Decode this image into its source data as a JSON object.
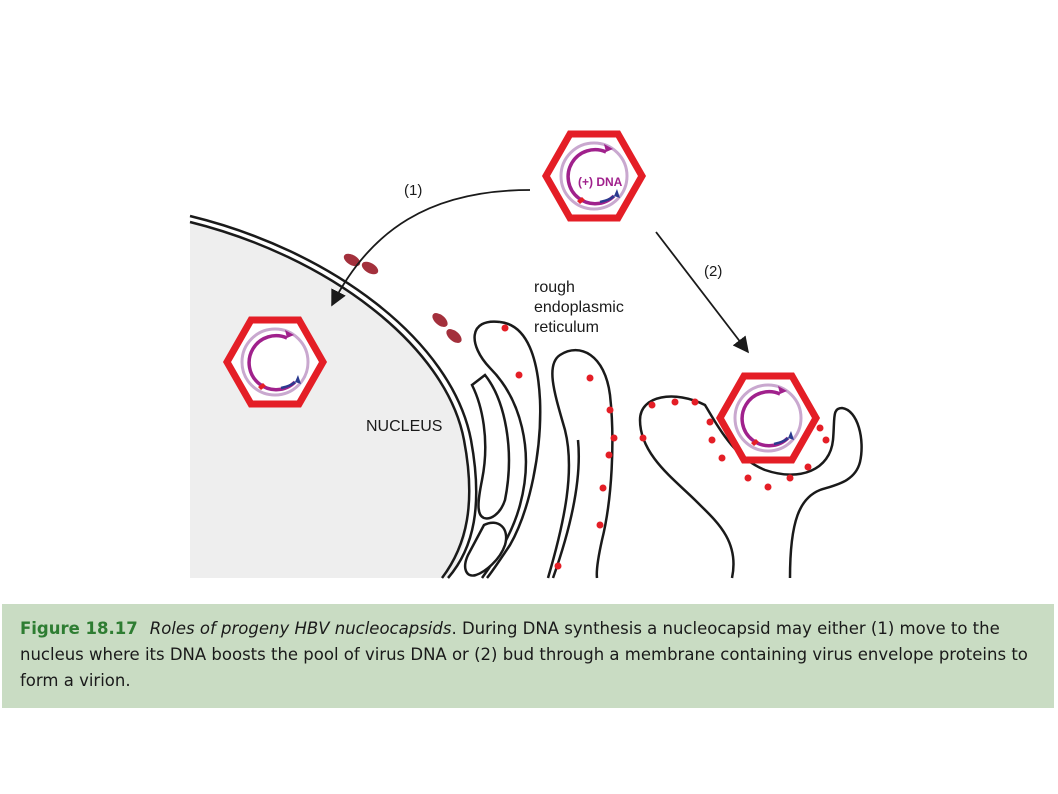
{
  "diagram": {
    "labels": {
      "path1": "(1)",
      "path2": "(2)",
      "er_line1": "rough",
      "er_line2": "endoplasmic",
      "er_line3": "reticulum",
      "nucleus": "NUCLEUS",
      "dna": "(+) DNA"
    },
    "colors": {
      "capsid": "#e41e26",
      "dna_strand": "#a0218c",
      "dna_light": "#c9a8cf",
      "primer": "#2b3a8f",
      "pore": "#a3303c",
      "nucleus_fill": "#eeeeee",
      "membrane": "#1a1a1a"
    }
  },
  "caption": {
    "figure_label": "Figure 18.17",
    "title": "Roles of progeny HBV nucleocapsids",
    "text": ". During DNA synthesis a nucleocapsid may either (1) move to the nucleus where its DNA boosts the pool of virus DNA or (2) bud through a membrane containing virus envelope proteins to form a virion."
  }
}
